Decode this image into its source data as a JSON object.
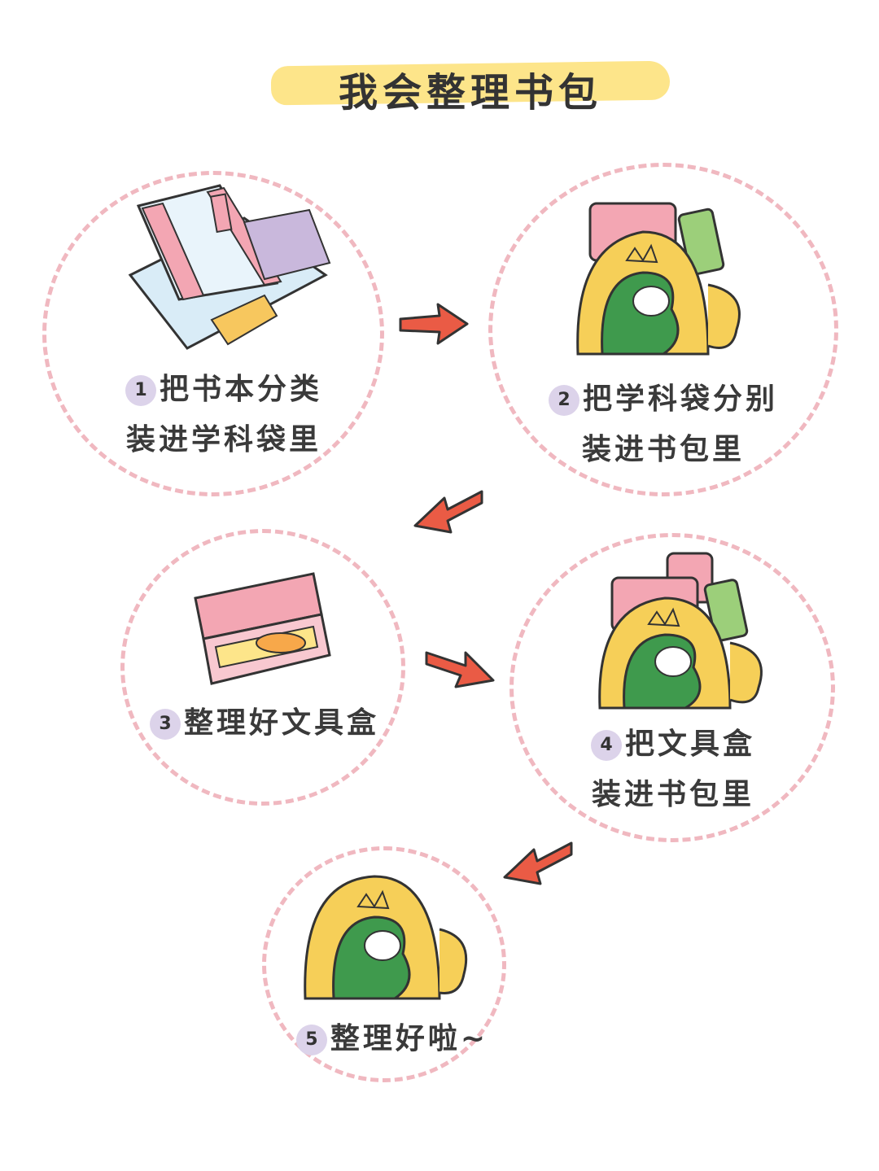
{
  "title": "我会整理书包",
  "steps": [
    {
      "number": "1",
      "line1": "把书本分类",
      "line2": "装进学科袋里"
    },
    {
      "number": "2",
      "line1": "把学科袋分别",
      "line2": "装进书包里"
    },
    {
      "number": "3",
      "line1": "整理好文具盒",
      "line2": ""
    },
    {
      "number": "4",
      "line1": "把文具盒",
      "line2": "装进书包里"
    },
    {
      "number": "5",
      "line1": "整理好啦~",
      "line2": ""
    }
  ],
  "colors": {
    "circle_dash": "#f0b8c0",
    "title_band": "#fde58a",
    "arrow": "#ea5b45",
    "number_badge": "#dcd3ea",
    "dino_green": "#3f9a4d",
    "backpack_yellow": "#f6cf58",
    "pink": "#f3a6b3",
    "light_blue": "#d9ecf7"
  },
  "icons": [
    "books-icon",
    "backpack-icon",
    "pencil-box-icon",
    "arrow-icon"
  ]
}
